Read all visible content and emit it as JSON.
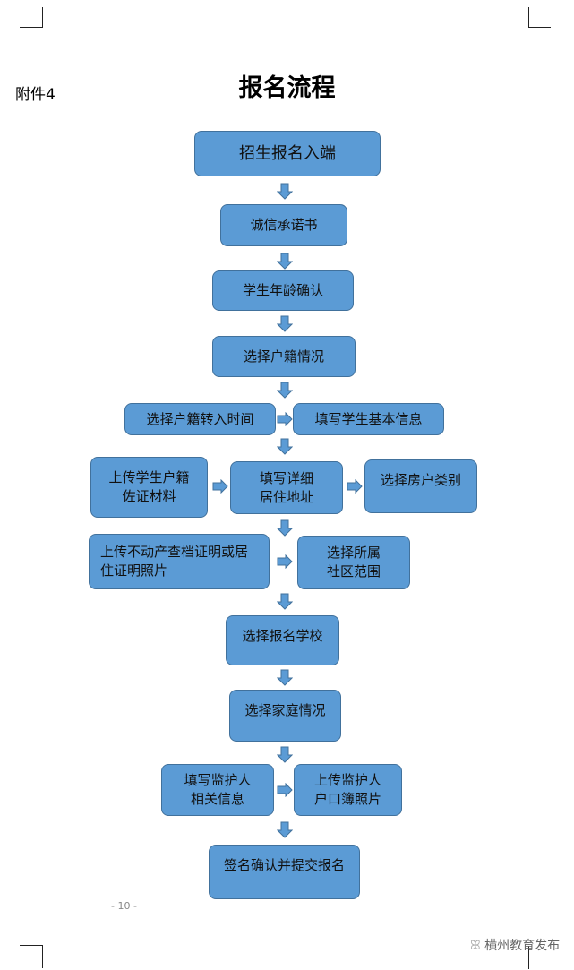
{
  "header": {
    "attachment": "附件4",
    "title": "报名流程"
  },
  "steps": {
    "s1": "招生报名入端",
    "s2": "诚信承诺书",
    "s3": "学生年龄确认",
    "s4": "选择户籍情况",
    "s5a": "选择户籍转入时间",
    "s5b": "填写学生基本信息",
    "s6a": "上传学生户籍\n佐证材料",
    "s6b": "填写详细\n居住地址",
    "s6c": "选择房户类别",
    "s7a": "上传不动产查档证明或居\n住证明照片",
    "s7b": "选择所属\n社区范围",
    "s8": "选择报名学校",
    "s9": "选择家庭情况",
    "s10a": "填写监护人\n相关信息",
    "s10b": "上传监护人\n户口簿照片",
    "s11": "签名确认并提交报名"
  },
  "footer": {
    "page_number": "- 10 -",
    "watermark": "横州教育发布"
  },
  "colors": {
    "box_fill": "#5b9bd5",
    "box_border": "#41719c",
    "arrow": "#5b9bd5"
  }
}
